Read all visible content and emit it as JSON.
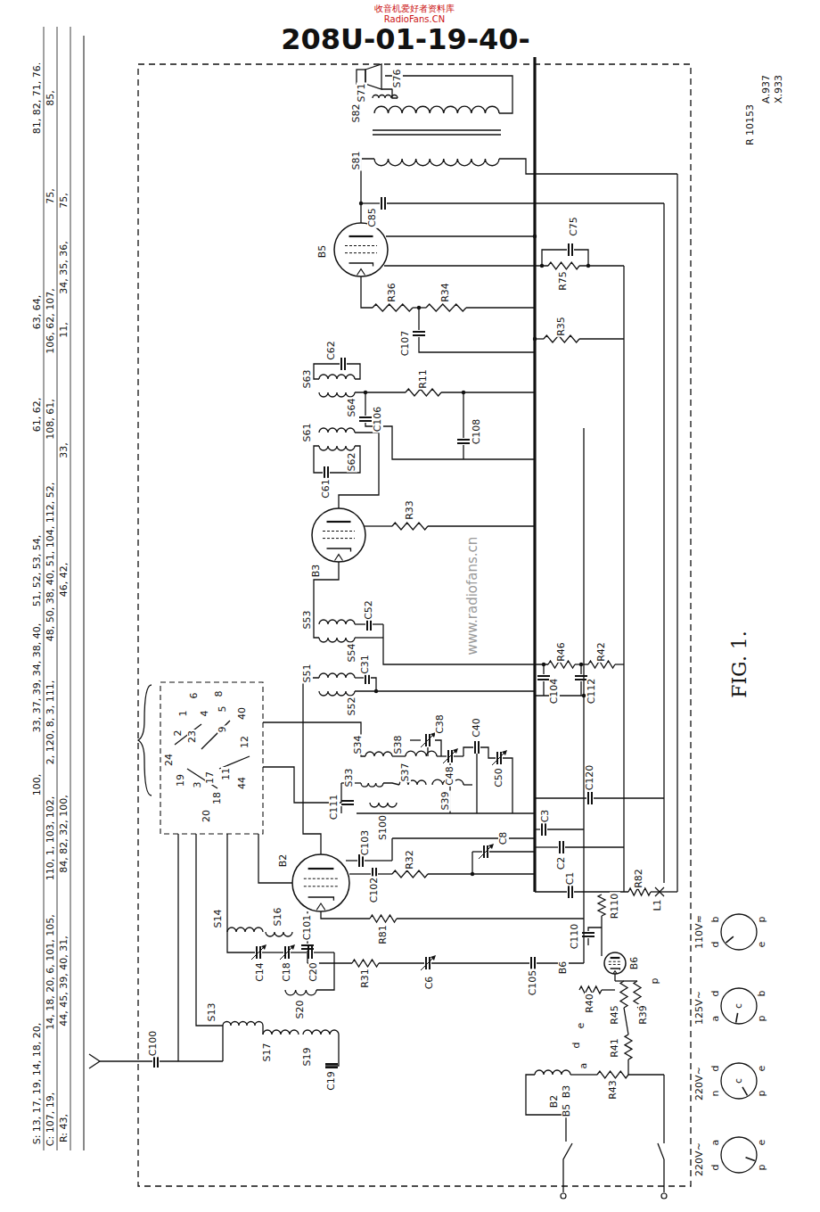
{
  "diagram": {
    "title": "208U-01-19-40-",
    "caption": "FIG. 1.",
    "labels": [
      "S: 13, 17, 19, 14, 18, 20,",
      "100,",
      "33, 37, 39, 34, 38, 40,",
      "51, 52, 53, 54,",
      "61, 62,",
      "63, 64,",
      "81, 82, 71, 76.",
      "C: 107, 19,",
      "14, 18, 20, 6, 101, 105,",
      "110, 1, 103, 102,",
      "2, 120, 8, 3, 111,",
      "48, 50, 38, 40, 51, 104, 112, 52,",
      "108, 61,",
      "106, 62, 107,",
      "75,",
      "85,",
      "R: 43,",
      "44, 45, 39, 40, 31,",
      "84, 82, 32, 100,",
      "46, 42,",
      "33,",
      "11,",
      "34, 35, 36,",
      "75,",
      "S76",
      "S71",
      "S82",
      "S81",
      "C85",
      "B5",
      "C75",
      "R75",
      "R36",
      "R34",
      "C107",
      "R35",
      "C62",
      "S63",
      "S64",
      "C106",
      "R11",
      "C108",
      "S61",
      "S62",
      "C61",
      "B3",
      "R33",
      "S53",
      "C52",
      "S54",
      "S51",
      "C31",
      "S52",
      "R46",
      "R42",
      "C104",
      "C112",
      "S34",
      "S38",
      "C38",
      "C48",
      "C40",
      "C50",
      "S33",
      "C111",
      "S100",
      "S37",
      "S39",
      "C120",
      "C3",
      "C2",
      "C8",
      "C103",
      "C102",
      "R32",
      "B2",
      "R81",
      "C101",
      "R31",
      "C6",
      "C105",
      "L1",
      "R82",
      "C1",
      "R110",
      "C110",
      "B6",
      "B6",
      "R40",
      "R45",
      "R39",
      "R41",
      "R43",
      "S14",
      "C14",
      "C18",
      "S16",
      "C20",
      "S20",
      "S13",
      "S17",
      "S19",
      "C19",
      "C100",
      "B2",
      "B5",
      "B3",
      "6",
      "8",
      "1",
      "4",
      "5",
      "40",
      "2",
      "23",
      "9",
      "12",
      "24",
      "19",
      "3",
      "17",
      "11",
      "44",
      "18",
      "20",
      "220V~",
      "220V~",
      "125V~",
      "110V≂",
      "a",
      "d",
      "e",
      "p",
      "d",
      "e",
      "c",
      "n",
      "p",
      "d",
      "b",
      "c",
      "a",
      "p",
      "b",
      "p",
      "d",
      "e",
      "a",
      "d",
      "p",
      "e",
      "R 10153",
      "A.937",
      "X.933",
      "收音机爱好者资料库",
      "RadioFans.CN",
      "www.radiofans.cn"
    ]
  }
}
